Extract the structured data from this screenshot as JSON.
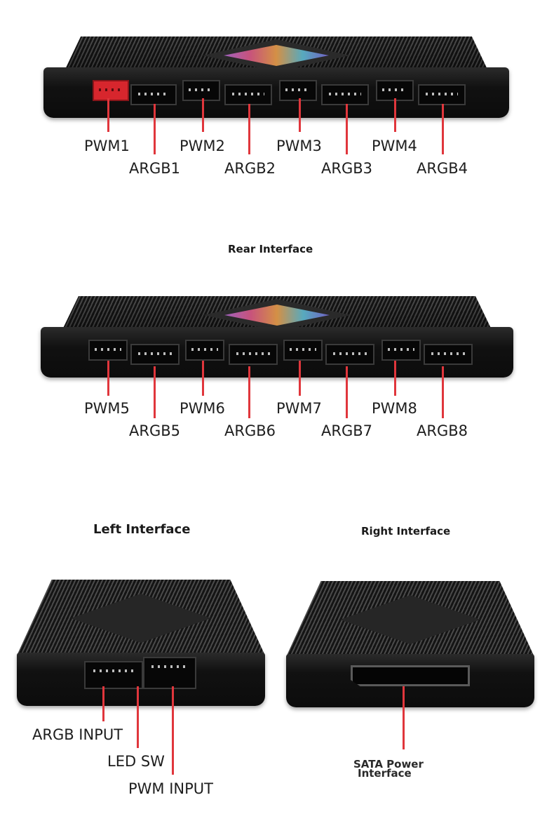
{
  "sections": {
    "rear": {
      "title": "Rear Interface"
    },
    "left": {
      "title": "Left Interface"
    },
    "right": {
      "title": "Right Interface"
    }
  },
  "top_hub": {
    "pwm": [
      "PWM1",
      "PWM2",
      "PWM3",
      "PWM4"
    ],
    "argb": [
      "ARGB1",
      "ARGB2",
      "ARGB3",
      "ARGB4"
    ]
  },
  "rear_hub": {
    "pwm": [
      "PWM5",
      "PWM6",
      "PWM7",
      "PWM8"
    ],
    "argb": [
      "ARGB5",
      "ARGB6",
      "ARGB7",
      "ARGB8"
    ]
  },
  "left_side": {
    "labels": [
      "ARGB INPUT",
      "LED SW",
      "PWM INPUT"
    ]
  },
  "right_side": {
    "label_line1": "SATA Power",
    "label_line2": "Interface"
  },
  "colors": {
    "leader_line": "#e0363c",
    "device": "#111111",
    "pwm1_port": "#d7262d"
  }
}
